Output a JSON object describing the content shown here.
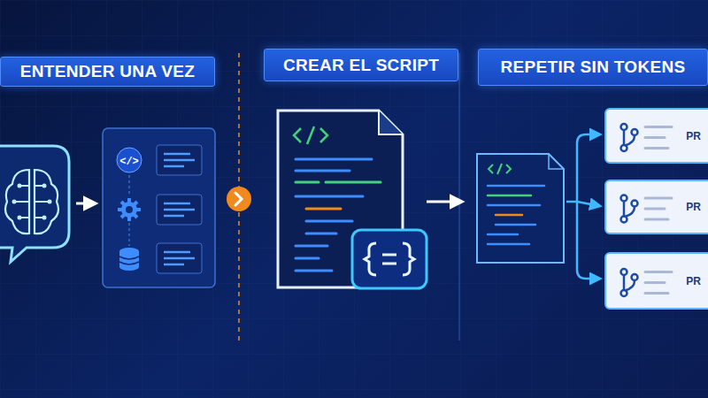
{
  "diagram": {
    "nodes": [
      {
        "text": [
          "ENTENDER UNA VEZ"
        ]
      },
      {
        "text": [
          "CREAR EL SCRIPT"
        ]
      },
      {
        "text": [
          "REPETIR SIN TOKENS"
        ]
      },
      {
        "text": [
          "PR"
        ]
      },
      {
        "text": [
          "PR"
        ]
      },
      {
        "text": [
          "PR"
        ]
      }
    ]
  }
}
